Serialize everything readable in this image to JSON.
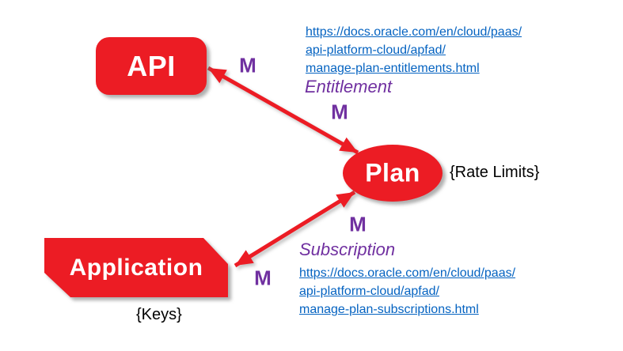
{
  "diagram": {
    "nodes": {
      "api": {
        "label": "API",
        "shape": "rounded-rectangle"
      },
      "plan": {
        "label": "Plan",
        "shape": "ellipse"
      },
      "application": {
        "label": "Application",
        "shape": "snip-diagonal-corner-rectangle"
      }
    },
    "annotations": {
      "rate_limits": "{Rate Limits}",
      "keys": "{Keys}"
    },
    "relationships": {
      "entitlement": {
        "label": "Entitlement",
        "from": "API",
        "to": "Plan",
        "cardinality_from": "M",
        "cardinality_to": "M",
        "arrow": "double-headed",
        "link_lines": [
          "https://docs.oracle.com/en/cloud/paas/",
          "api-platform-cloud/apfad/",
          "manage-plan-entitlements.html"
        ]
      },
      "subscription": {
        "label": "Subscription",
        "from": "Application",
        "to": "Plan",
        "cardinality_from": "M",
        "cardinality_to": "M",
        "arrow": "double-headed",
        "link_lines": [
          "https://docs.oracle.com/en/cloud/paas/",
          "api-platform-cloud/apfad/",
          "manage-plan-subscriptions.html"
        ]
      }
    },
    "colors": {
      "shape_red": "#EC1C24",
      "cardinality_purple": "#7030A0",
      "link_blue": "#0563C1",
      "annotation_black": "#000000"
    }
  }
}
